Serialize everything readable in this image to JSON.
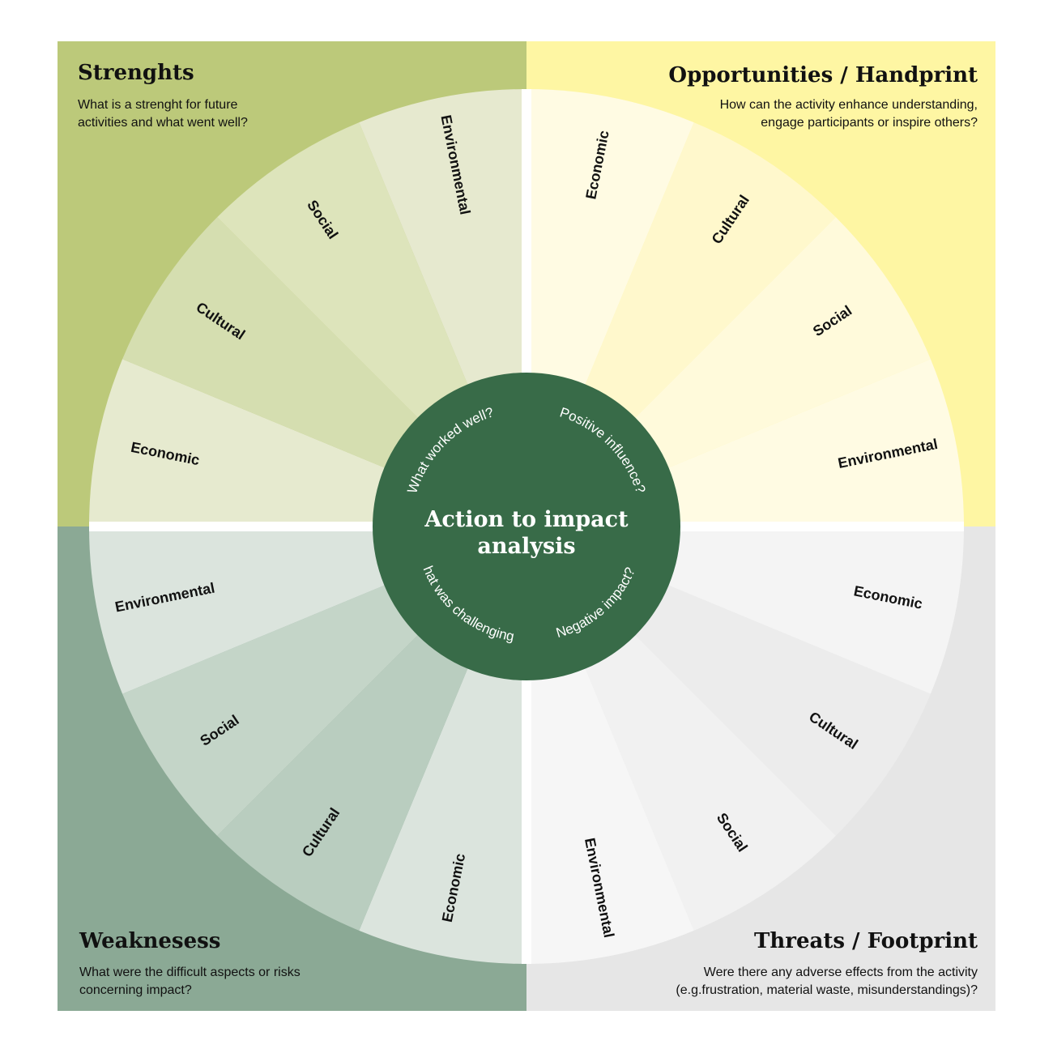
{
  "center": {
    "title_line1": "Action to impact",
    "title_line2": "analysis",
    "ring_top_left": "What worked well?",
    "ring_top_right": "Positive influence?",
    "ring_bottom_left": "What was challenging?",
    "ring_bottom_right": "Negative impact?"
  },
  "quadrants": {
    "strengths": {
      "title": "Strenghts",
      "desc_line1": "What is a strenght for future",
      "desc_line2": "activities and what went well?",
      "segments": [
        "Environmental",
        "Social",
        "Cultural",
        "Economic"
      ],
      "color": "#bcc97a"
    },
    "opportunities": {
      "title": "Opportunities / Handprint",
      "desc_line1": "How can the activity enhance understanding,",
      "desc_line2": "engage participants or inspire others?",
      "segments": [
        "Economic",
        "Cultural",
        "Social",
        "Environmental"
      ],
      "color": "#fef6a3"
    },
    "weaknesses": {
      "title": "Weaknesess",
      "desc_line1": "What were the difficult aspects or risks",
      "desc_line2": "concerning impact?",
      "segments": [
        "Environmental",
        "Social",
        "Cultural",
        "Economic"
      ],
      "color": "#8ba995"
    },
    "threats": {
      "title": "Threats / Footprint",
      "desc_line1": "Were there any adverse effects from the activity",
      "desc_line2": "(e.g.frustration, material waste, misunderstandings)?",
      "segments": [
        "Economic",
        "Cultural",
        "Social",
        "Environmental"
      ],
      "color": "#e6e6e6"
    }
  },
  "colors": {
    "hub": "#386b48",
    "strengths_segments": [
      "#e6e9cf",
      "#dde4bb",
      "#d5deb0",
      "#e6eacf"
    ],
    "opportunities_segments": [
      "#fffbe3",
      "#fff8cc",
      "#fffadb",
      "#fffbe3"
    ],
    "weaknesses_segments": [
      "#dbe4dd",
      "#c4d5c8",
      "#b9cdbf",
      "#dbe4dd"
    ],
    "threats_segments": [
      "#f4f4f4",
      "#ececec",
      "#f1f1f1",
      "#f6f6f6"
    ]
  }
}
